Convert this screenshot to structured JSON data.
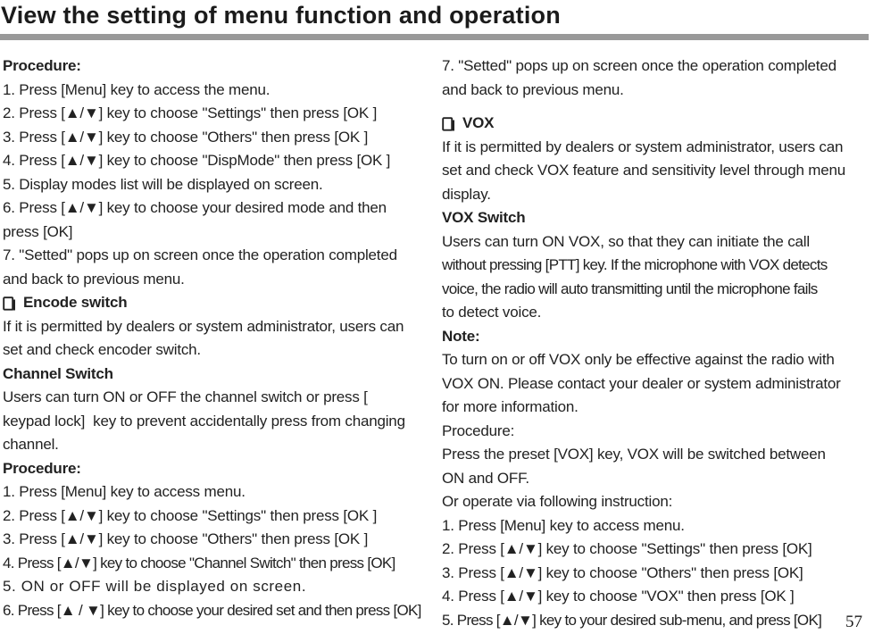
{
  "title": "View the setting of menu function and operation",
  "page_number": "57",
  "colors": {
    "divider_rule": "#999999",
    "text": "#222222"
  },
  "icons": {
    "section_marker": "page-icon"
  },
  "left": {
    "lines": [
      "Procedure:",
      "1. Press [Menu] key to access the menu.",
      "2. Press [▲/▼] key to choose \"Settings\" then press [OK ]",
      "3. Press [▲/▼] key to choose \"Others\" then press [OK ]",
      "4. Press [▲/▼] key to choose \"DispMode\" then press [OK ]",
      "5. Display modes list will be displayed on screen.",
      "6. Press [▲/▼] key to choose your desired mode and then",
      "press [OK]",
      "7. \"Setted\" pops up on screen once the operation completed",
      "and back to previous menu.",
      "Encode switch",
      "If it is permitted by dealers or system administrator, users can",
      "set and check encoder switch.",
      "Channel Switch",
      "Users can turn ON or OFF the channel switch or press [",
      "keypad lock]  key to prevent accidentally press from changing",
      "channel.",
      "Procedure:",
      "1. Press [Menu] key to access menu.",
      "2. Press [▲/▼] key to choose \"Settings\" then press [OK ]",
      "3. Press [▲/▼] key to choose \"Others\" then press [OK ]",
      "4. Press [▲/▼] key to choose \"Channel Switch\" then press [OK]",
      "5. ON or OFF will be displayed on screen.",
      "6. Press [▲ / ▼] key to choose your desired set and then press [OK]"
    ]
  },
  "right": {
    "lines": [
      "7. \"Setted\" pops up on screen once the operation completed",
      "and back to previous menu.",
      "VOX",
      "If it is permitted by dealers or system administrator, users can",
      "set and check VOX feature and sensitivity level through menu",
      "display.",
      "VOX Switch",
      "Users can turn ON VOX, so that they can initiate the call",
      "without pressing [PTT] key. If the microphone with VOX detects",
      "voice, the radio will auto transmitting until the microphone fails",
      "to detect voice.",
      "Note:",
      "To turn on or off VOX only be effective against the radio with",
      "VOX ON. Please contact your dealer or system administrator",
      "for more information.",
      "Procedure:",
      "Press the preset [VOX] key, VOX will be switched between",
      "ON and OFF.",
      "Or operate via following instruction:",
      "1. Press [Menu] key to access menu.",
      "2. Press [▲/▼] key to choose \"Settings\" then press [OK]",
      "3. Press [▲/▼] key to choose \"Others\" then press [OK]",
      "4. Press [▲/▼] key to choose \"VOX\" then press [OK ]",
      "5. Press [▲/▼] key to your desired sub-menu, and press [OK]"
    ]
  }
}
